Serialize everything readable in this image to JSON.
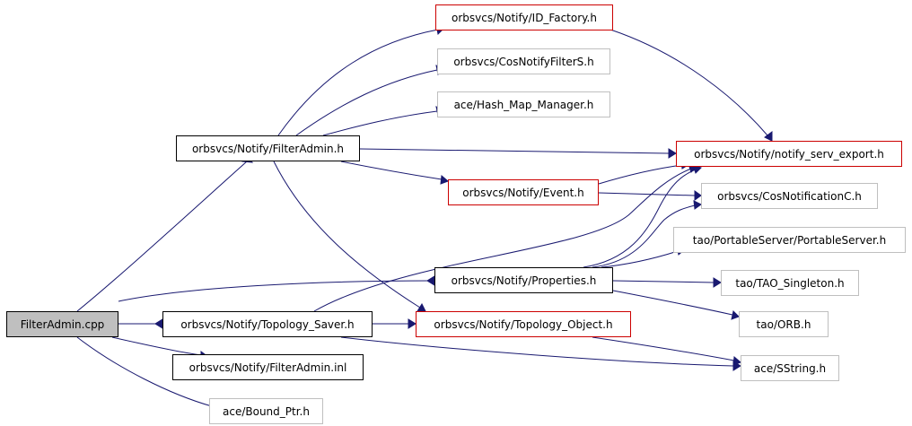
{
  "nodes": [
    {
      "id": "filteradmin_cpp",
      "label": "FilterAdmin.cpp",
      "style": "root"
    },
    {
      "id": "filteradmin_h",
      "label": "orbsvcs/Notify/FilterAdmin.h",
      "style": "black"
    },
    {
      "id": "topology_saver_h",
      "label": "orbsvcs/Notify/Topology_Saver.h",
      "style": "black"
    },
    {
      "id": "filteradmin_inl",
      "label": "orbsvcs/Notify/FilterAdmin.inl",
      "style": "black"
    },
    {
      "id": "bound_ptr_h",
      "label": "ace/Bound_Ptr.h",
      "style": "gray"
    },
    {
      "id": "id_factory_h",
      "label": "orbsvcs/Notify/ID_Factory.h",
      "style": "red"
    },
    {
      "id": "cosnotifyfilters_h",
      "label": "orbsvcs/CosNotifyFilterS.h",
      "style": "gray"
    },
    {
      "id": "hash_map_manager_h",
      "label": "ace/Hash_Map_Manager.h",
      "style": "gray"
    },
    {
      "id": "event_h",
      "label": "orbsvcs/Notify/Event.h",
      "style": "red"
    },
    {
      "id": "properties_h",
      "label": "orbsvcs/Notify/Properties.h",
      "style": "black"
    },
    {
      "id": "topology_object_h",
      "label": "orbsvcs/Notify/Topology_Object.h",
      "style": "red"
    },
    {
      "id": "notify_serv_export_h",
      "label": "orbsvcs/Notify/notify_serv_export.h",
      "style": "red"
    },
    {
      "id": "cosnotificationc_h",
      "label": "orbsvcs/CosNotificationC.h",
      "style": "gray"
    },
    {
      "id": "portableserver_h",
      "label": "tao/PortableServer/PortableServer.h",
      "style": "gray"
    },
    {
      "id": "tao_singleton_h",
      "label": "tao/TAO_Singleton.h",
      "style": "gray"
    },
    {
      "id": "orb_h",
      "label": "tao/ORB.h",
      "style": "gray"
    },
    {
      "id": "sstring_h",
      "label": "ace/SString.h",
      "style": "gray"
    }
  ],
  "edges": [
    {
      "from": "filteradmin_cpp",
      "to": "filteradmin_h"
    },
    {
      "from": "filteradmin_cpp",
      "to": "properties_h"
    },
    {
      "from": "filteradmin_cpp",
      "to": "topology_saver_h"
    },
    {
      "from": "filteradmin_cpp",
      "to": "filteradmin_inl"
    },
    {
      "from": "filteradmin_cpp",
      "to": "bound_ptr_h"
    },
    {
      "from": "filteradmin_h",
      "to": "id_factory_h"
    },
    {
      "from": "filteradmin_h",
      "to": "cosnotifyfilters_h"
    },
    {
      "from": "filteradmin_h",
      "to": "hash_map_manager_h"
    },
    {
      "from": "filteradmin_h",
      "to": "notify_serv_export_h"
    },
    {
      "from": "filteradmin_h",
      "to": "event_h"
    },
    {
      "from": "filteradmin_h",
      "to": "topology_object_h"
    },
    {
      "from": "id_factory_h",
      "to": "notify_serv_export_h"
    },
    {
      "from": "event_h",
      "to": "notify_serv_export_h"
    },
    {
      "from": "event_h",
      "to": "cosnotificationc_h"
    },
    {
      "from": "topology_saver_h",
      "to": "notify_serv_export_h"
    },
    {
      "from": "topology_saver_h",
      "to": "topology_object_h"
    },
    {
      "from": "topology_saver_h",
      "to": "sstring_h"
    },
    {
      "from": "properties_h",
      "to": "notify_serv_export_h"
    },
    {
      "from": "properties_h",
      "to": "cosnotificationc_h"
    },
    {
      "from": "properties_h",
      "to": "portableserver_h"
    },
    {
      "from": "properties_h",
      "to": "tao_singleton_h"
    },
    {
      "from": "properties_h",
      "to": "orb_h"
    },
    {
      "from": "topology_object_h",
      "to": "sstring_h"
    }
  ]
}
